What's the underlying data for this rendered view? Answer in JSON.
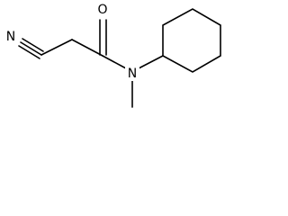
{
  "molecule": {
    "atoms": {
      "nitrile_n": "N",
      "carbonyl_o": "O",
      "amide_n": "N"
    },
    "colors": {
      "bond": "#000000",
      "label": "#000000",
      "background": "#ffffff"
    }
  }
}
